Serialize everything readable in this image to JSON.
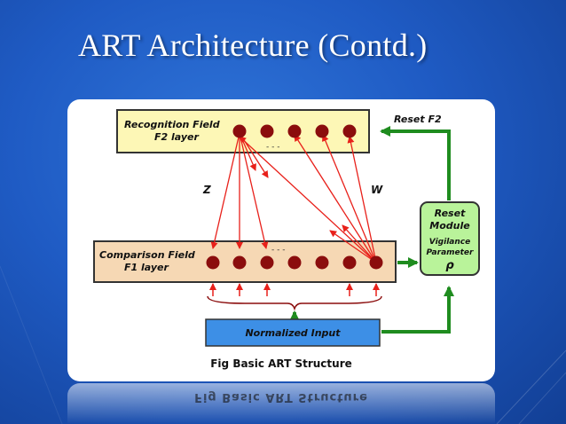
{
  "slide": {
    "title": "ART Architecture (Contd.)"
  },
  "diagram": {
    "f2": {
      "line1": "Recognition Field",
      "line2": "F2 layer"
    },
    "f1": {
      "line1": "Comparison Field",
      "line2": "F1 layer"
    },
    "reset_label": "Reset F2",
    "z_label": "Z",
    "w_label": "W",
    "reset_module": {
      "line1": "Reset",
      "line2": "Module",
      "line3": "Vigilance",
      "line4": "Parameter",
      "rho": "ρ"
    },
    "input_label": "Normalized Input",
    "caption": "Fig  Basic  ART  Structure",
    "dots": "-  -  -"
  },
  "colors": {
    "f2_fill": "#fdf7b6",
    "f1_fill": "#f6d8b4",
    "node": "#8b0d0d",
    "arrow_red": "#e8201a",
    "arrow_green": "#1f8c1f",
    "reset_fill": "#b9f39a",
    "input_fill": "#3d8fe6"
  }
}
